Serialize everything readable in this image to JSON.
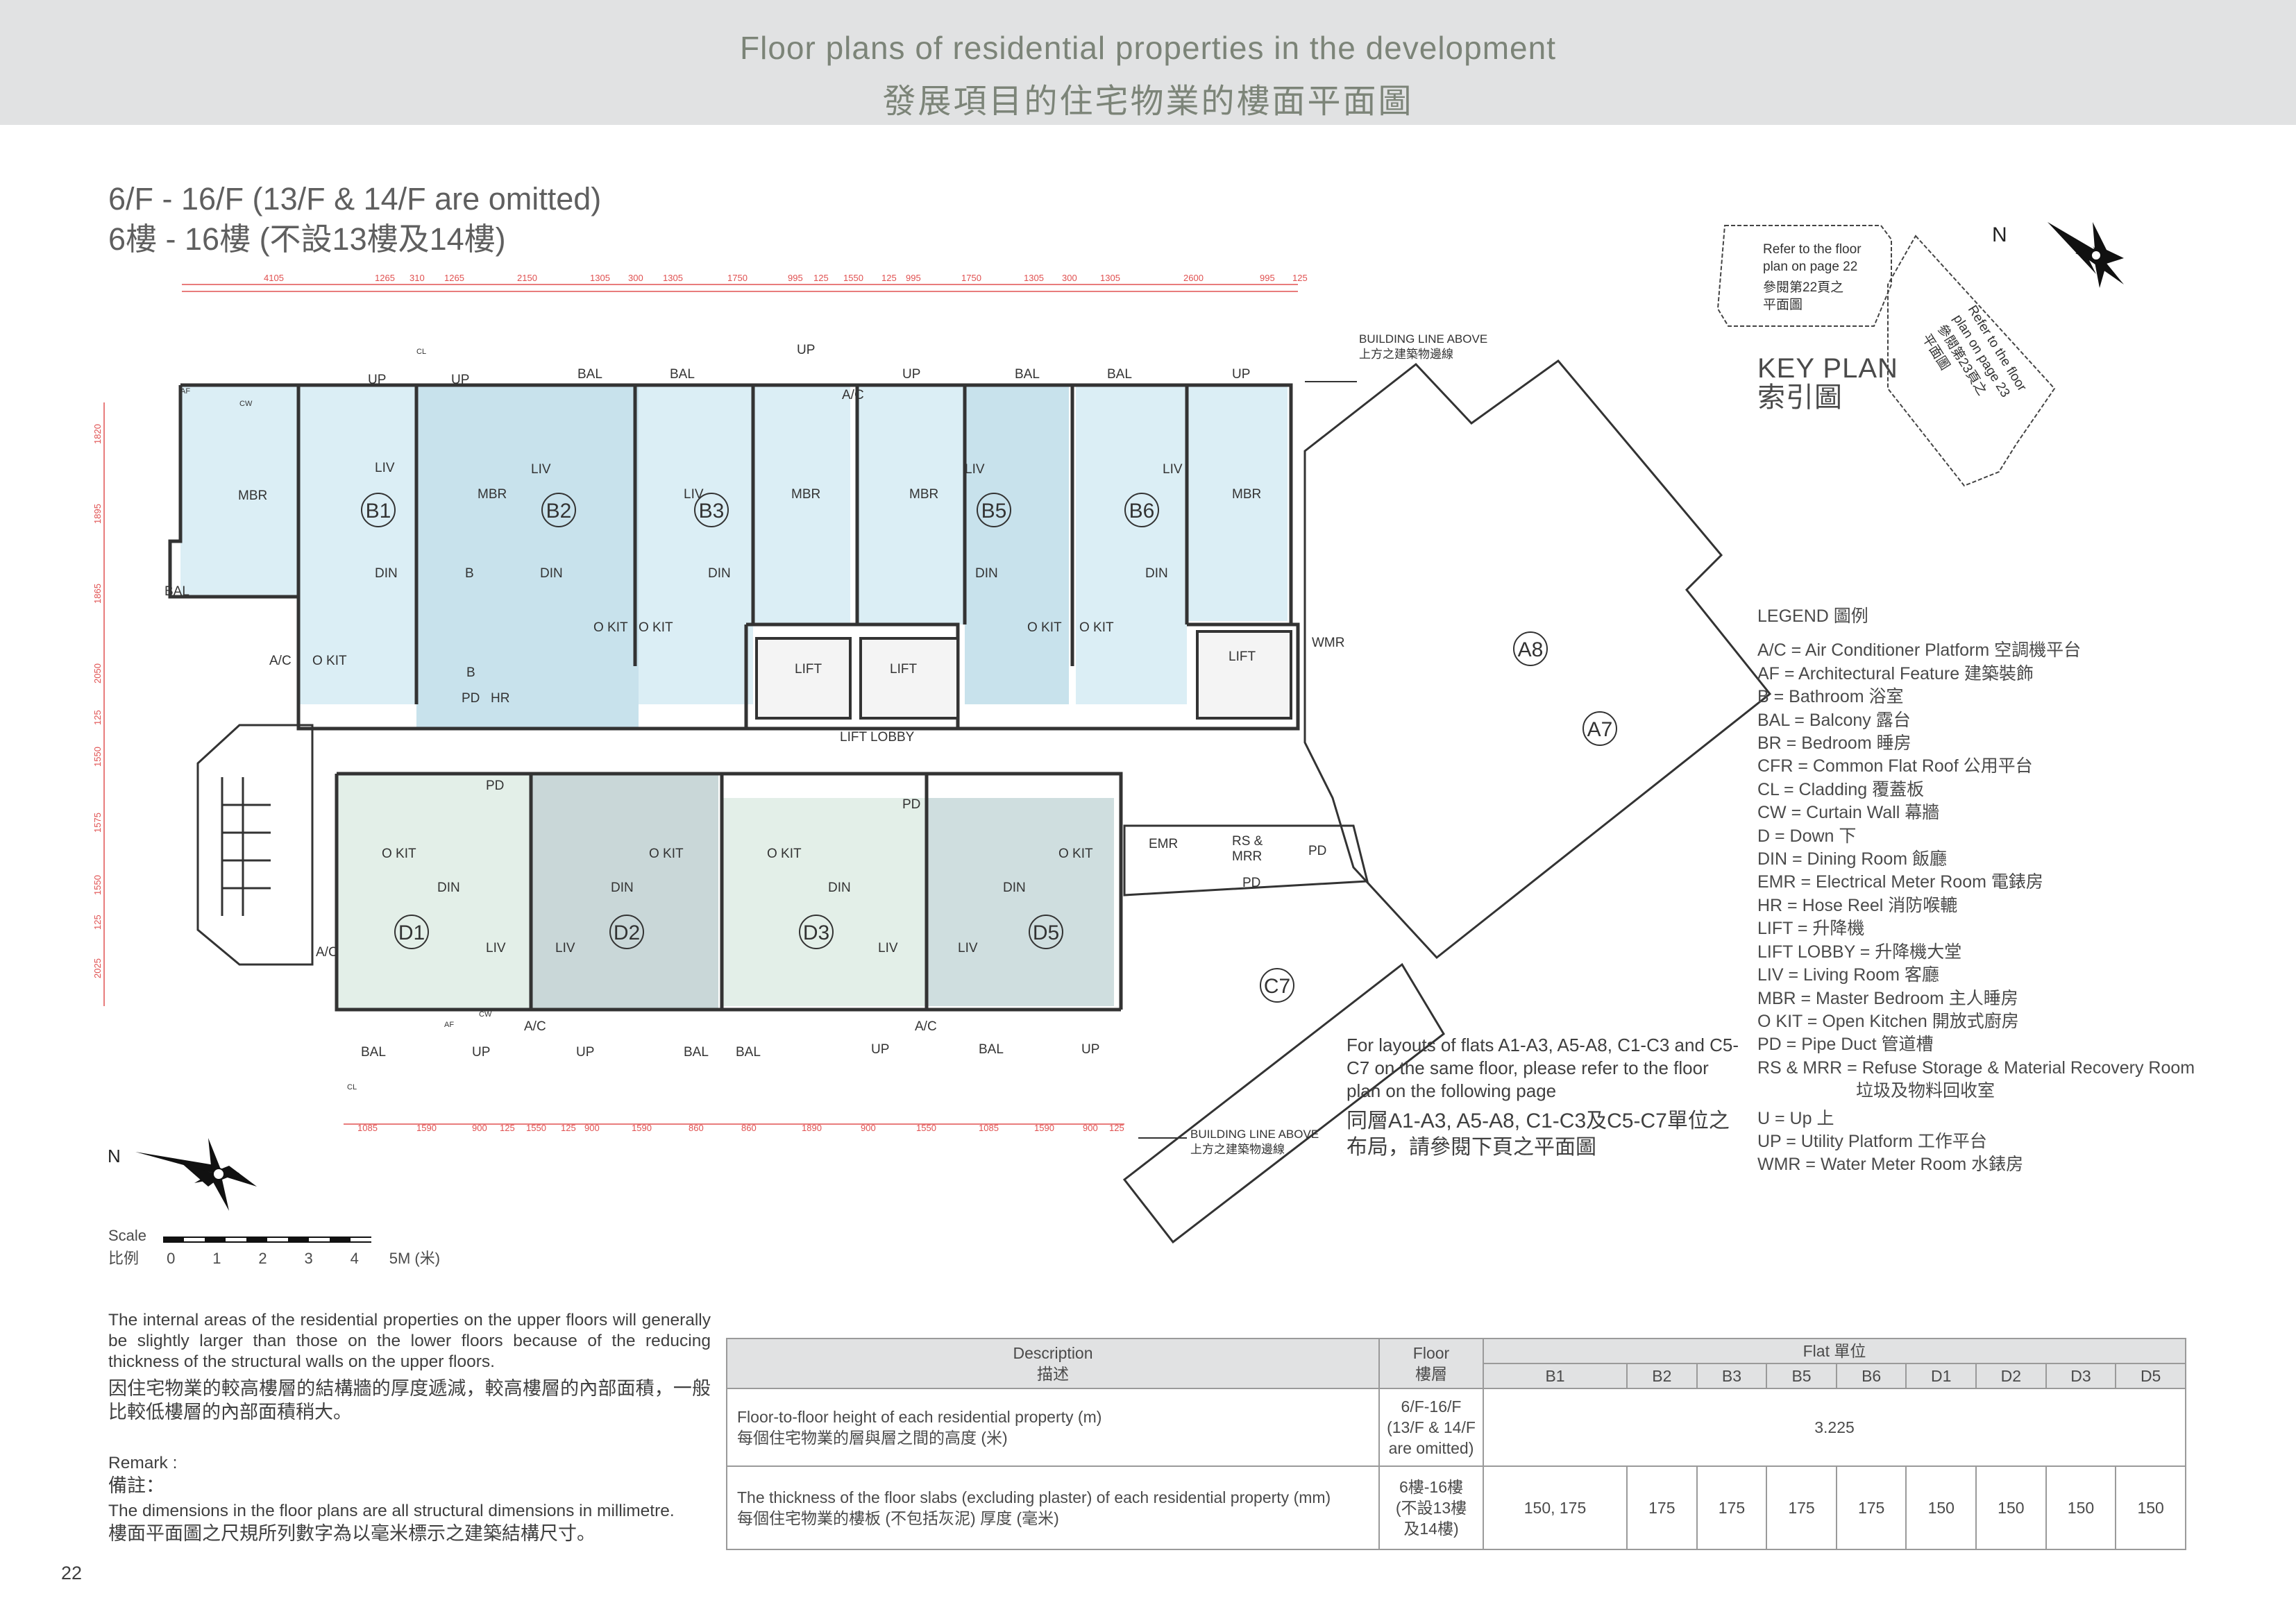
{
  "header": {
    "title_en": "Floor plans of residential properties in the development",
    "title_zh": "發展項目的住宅物業的樓面平面圖"
  },
  "floor": {
    "title_en": "6/F - 16/F (13/F & 14/F are omitted)",
    "title_zh": "6樓 - 16樓 (不設13樓及14樓)"
  },
  "plan": {
    "building_line_en": "BUILDING LINE ABOVE",
    "building_line_zh": "上方之建築物邊線",
    "flats": [
      "B1",
      "B2",
      "B3",
      "B5",
      "B6",
      "D1",
      "D2",
      "D3",
      "D5",
      "A8",
      "A7",
      "C7"
    ],
    "rooms": {
      "mbr": "MBR",
      "liv": "LIV",
      "din": "DIN",
      "okit": "O KIT",
      "bal": "BAL",
      "up": "UP",
      "ac": "A/C",
      "b": "B",
      "pd": "PD",
      "hr": "HR",
      "lift": "LIFT",
      "lift_lobby": "LIFT LOBBY",
      "wmr": "WMR",
      "emr": "EMR",
      "rs": "RS &",
      "mrr": "MRR",
      "af": "AF",
      "cw": "CW",
      "cl": "CL"
    },
    "top_dims": [
      "4105",
      "1265",
      "310",
      "1265",
      "2150",
      "1305",
      "300",
      "1305",
      "1750",
      "995",
      "125",
      "1550",
      "125",
      "995",
      "1750",
      "1305",
      "300",
      "1305",
      "2600",
      "995",
      "125"
    ],
    "bottom_dims": [
      "1085",
      "1590",
      "900",
      "125",
      "1550",
      "125",
      "900",
      "1590",
      "860",
      "860",
      "1890",
      "900",
      "1550",
      "1085",
      "1590",
      "900",
      "125"
    ],
    "left_dims": [
      "1820",
      "1895",
      "1865",
      "2050",
      "125",
      "1550",
      "1575",
      "1550",
      "125",
      "2025"
    ]
  },
  "keyplan": {
    "label_en": "KEY PLAN",
    "label_zh": "索引圖",
    "ref_22": [
      "Refer to the floor",
      "plan on page 22",
      "參閱第22頁之",
      "平面圖"
    ],
    "ref_23": [
      "Refer to the floor",
      "plan on page 23",
      "參閱第23頁之",
      "平面圖"
    ],
    "north": "N"
  },
  "legend": {
    "title": "LEGEND 圖例",
    "items": [
      "A/C = Air Conditioner Platform 空調機平台",
      "AF = Architectural Feature 建築裝飾",
      "B = Bathroom 浴室",
      "BAL = Balcony 露台",
      "BR = Bedroom 睡房",
      "CFR = Common Flat Roof 公用平台",
      "CL = Cladding 覆蓋板",
      "CW = Curtain Wall 幕牆",
      "D = Down 下",
      "DIN = Dining Room 飯廳",
      "EMR = Electrical Meter Room 電錶房",
      "HR = Hose Reel 消防喉轆",
      "LIFT = 升降機",
      "LIFT LOBBY = 升降機大堂",
      "LIV = Living Room 客廳",
      "MBR = Master Bedroom 主人睡房",
      "O KIT = Open Kitchen 開放式廚房",
      "PD = Pipe Duct 管道槽",
      "RS & MRR = Refuse Storage & Material Recovery Room",
      "垃圾及物料回收室",
      "U = Up 上",
      "UP = Utility Platform 工作平台",
      "WMR = Water Meter Room 水錶房"
    ]
  },
  "layout_note": {
    "en": "For layouts of flats A1-A3, A5-A8, C1-C3 and C5-C7 on the same floor, please refer to the floor plan on the following page",
    "zh": "同層A1-A3, A5-A8, C1-C3及C5-C7單位之布局，請參閱下頁之平面圖"
  },
  "north_label": "N",
  "scale": {
    "label_en": "Scale",
    "label_zh": "比例",
    "ticks": [
      "0",
      "1",
      "2",
      "3",
      "4",
      "5M (米)"
    ]
  },
  "intro": {
    "en": "The internal areas of the residential properties on the upper floors will generally be slightly larger than those on the lower floors because of the reducing thickness of the structural walls on the upper floors.",
    "zh": "因住宅物業的較高樓層的結構牆的厚度遞減，較高樓層的內部面積，一般比較低樓層的內部面積稍大。"
  },
  "remark": {
    "title_en": "Remark :",
    "title_zh": "備註：",
    "en": "The dimensions in the floor plans are all structural dimensions in millimetre.",
    "zh": "樓面平面圖之尺規所列數字為以毫米標示之建築結構尺寸。"
  },
  "page_number": "22",
  "table": {
    "desc_en": "Description",
    "desc_zh": "描述",
    "floor_en": "Floor",
    "floor_zh": "樓層",
    "flat_label": "Flat 單位",
    "flats": [
      "B1",
      "B2",
      "B3",
      "B5",
      "B6",
      "D1",
      "D2",
      "D3",
      "D5"
    ],
    "row1": {
      "desc_en": "Floor-to-floor height of each residential property (m)",
      "desc_zh": "每個住宅物業的層與層之間的高度 (米)",
      "floor": [
        "6/F-16/F",
        "(13/F & 14/F",
        "are omitted)"
      ],
      "value": "3.225"
    },
    "row2": {
      "desc_en": "The thickness of the floor slabs (excluding plaster) of each residential property (mm)",
      "desc_zh": "每個住宅物業的樓板 (不包括灰泥) 厚度 (毫米)",
      "floor": [
        "6樓-16樓",
        "(不設13樓",
        "及14樓)"
      ],
      "values": [
        "150, 175",
        "175",
        "175",
        "175",
        "175",
        "150",
        "150",
        "150",
        "150"
      ]
    }
  }
}
